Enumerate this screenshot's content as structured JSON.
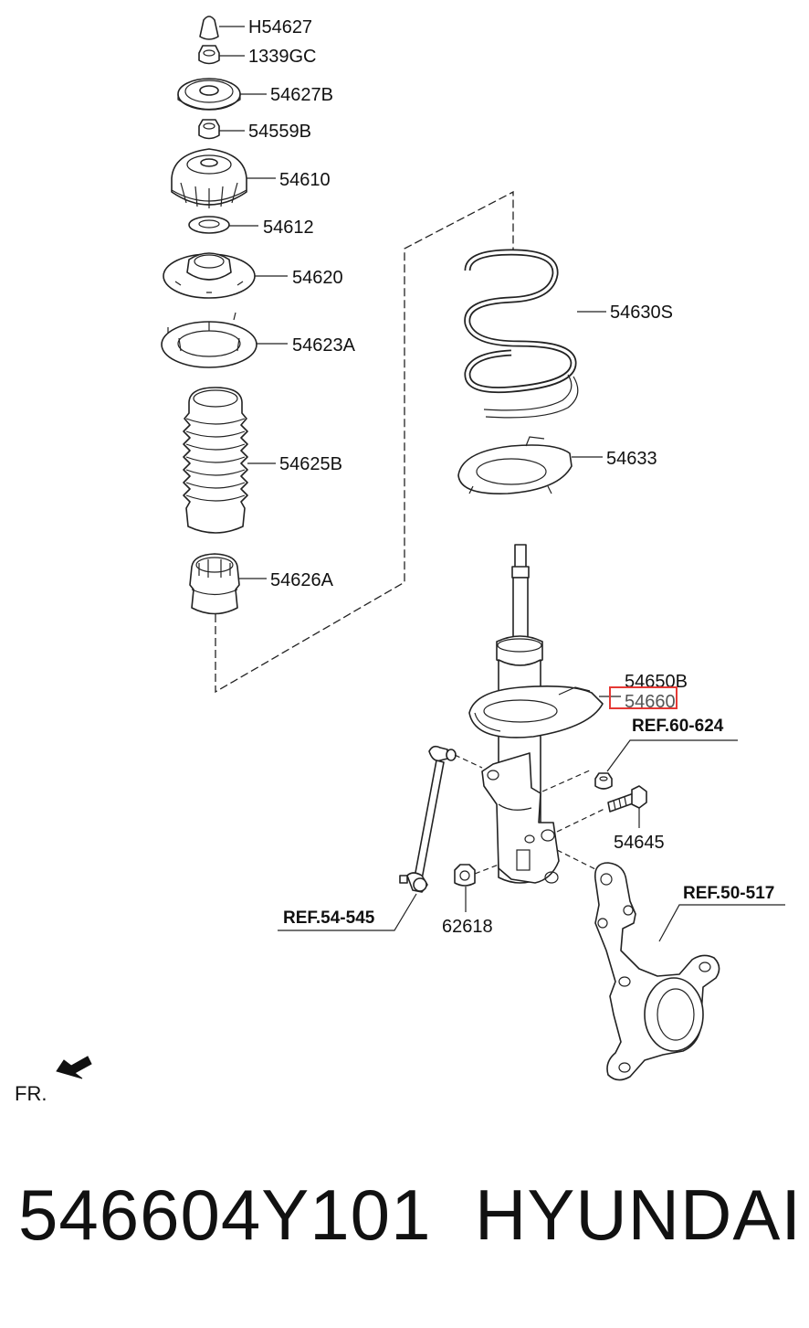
{
  "callouts": {
    "h54627": "H54627",
    "c1339gc": "1339GC",
    "c54627b": "54627B",
    "c54559b": "54559B",
    "c54610": "54610",
    "c54612": "54612",
    "c54620": "54620",
    "c54623a": "54623A",
    "c54625b": "54625B",
    "c54626a": "54626A",
    "c54630s": "54630S",
    "c54633": "54633",
    "c54650b": "54650B",
    "c54660": "54660",
    "c54645": "54645",
    "c62618": "62618"
  },
  "references": {
    "ref60624": "REF.60-624",
    "ref54545": "REF.54-545",
    "ref50517": "REF.50-517"
  },
  "direction": {
    "label": "FR."
  },
  "highlight": {
    "color": "#e53935",
    "target": "54660"
  },
  "footer": {
    "part_number": "546604Y101",
    "brand": "HYUNDAI"
  }
}
